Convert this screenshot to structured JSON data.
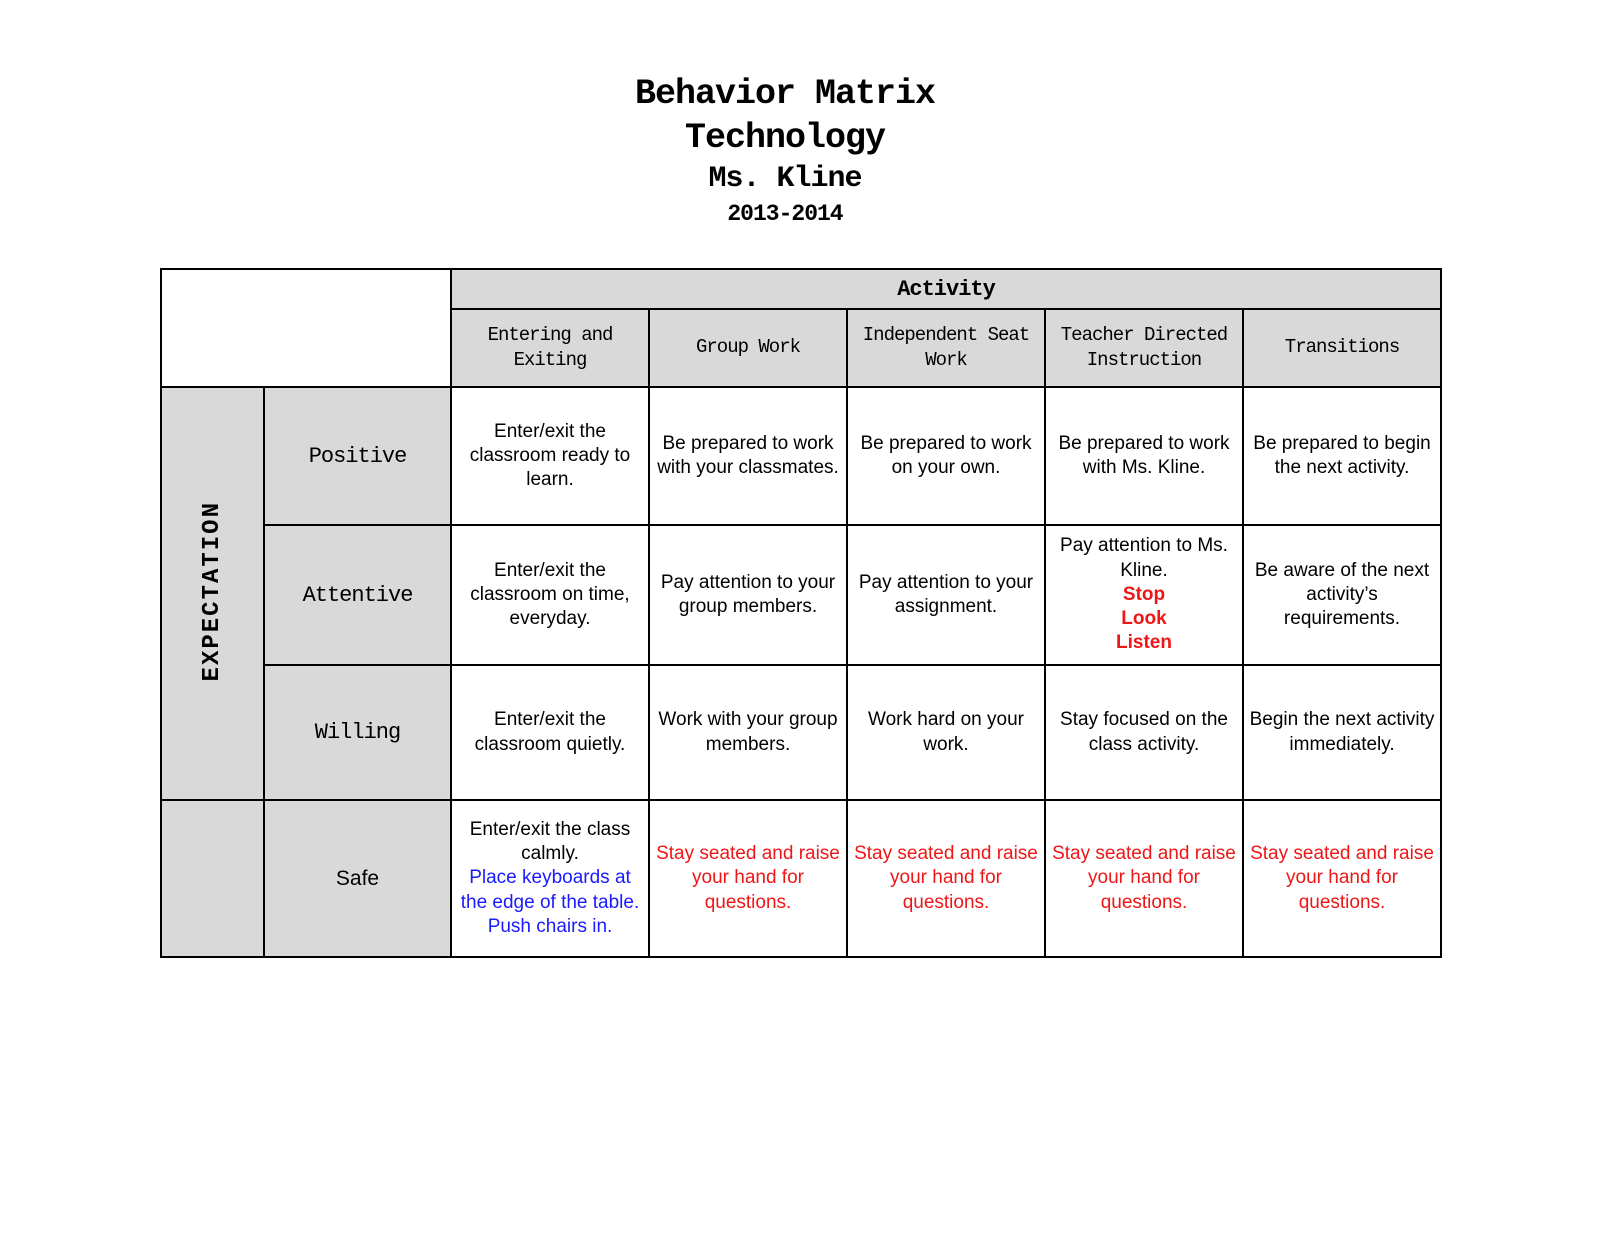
{
  "title": {
    "line1": "Behavior Matrix",
    "line2": "Technology",
    "line3": "Ms. Kline",
    "line4": "2013-2014"
  },
  "colors": {
    "page_bg": "#ffffff",
    "header_bg": "#d9d9d9",
    "border": "#000000",
    "blue": "#1a1aff",
    "red": "#ee1616"
  },
  "table": {
    "corner_label": "Activity",
    "axis_label": "EXPECTATION",
    "columns": [
      "Entering and Exiting",
      "Group Work",
      "Independent Seat Work",
      "Teacher Directed Instruction",
      "Transitions"
    ],
    "rows": [
      {
        "label": "Positive",
        "cells": [
          [
            "Enter/exit the classroom ready to learn."
          ],
          [
            "Be prepared to work with your classmates."
          ],
          [
            "Be prepared to work on your own."
          ],
          [
            "Be prepared to work with Ms. Kline."
          ],
          [
            "Be prepared to begin the next activity."
          ]
        ]
      },
      {
        "label": "Attentive",
        "cells": [
          [
            "Enter/exit the classroom on time, everyday."
          ],
          [
            "Pay attention to your group members."
          ],
          [
            "Pay attention to your assignment."
          ],
          [
            "Pay attention to Ms. Kline.",
            {
              "text": "Stop",
              "color": "red",
              "bold": true
            },
            {
              "text": "Look",
              "color": "red",
              "bold": true
            },
            {
              "text": "Listen",
              "color": "red",
              "bold": true
            }
          ],
          [
            "Be aware of the next activity’s requirements."
          ]
        ]
      },
      {
        "label": "Willing",
        "cells": [
          [
            "Enter/exit the classroom quietly."
          ],
          [
            "Work with your group members."
          ],
          [
            "Work hard on your work."
          ],
          [
            "Stay focused on the class activity."
          ],
          [
            "Begin the next activity immediately."
          ]
        ]
      },
      {
        "label": "Safe",
        "cells": [
          [
            "Enter/exit the class calmly.",
            {
              "text": "Place keyboards at the edge of the table.",
              "color": "blue"
            },
            {
              "text": "Push chairs in.",
              "color": "blue"
            }
          ],
          [
            {
              "text": "Stay seated and raise your hand for questions.",
              "color": "red"
            }
          ],
          [
            {
              "text": "Stay seated and raise your hand for questions.",
              "color": "red"
            }
          ],
          [
            {
              "text": "Stay seated and raise your hand for questions.",
              "color": "red"
            }
          ],
          [
            {
              "text": "Stay seated and raise your hand for questions.",
              "color": "red"
            }
          ]
        ]
      }
    ]
  }
}
